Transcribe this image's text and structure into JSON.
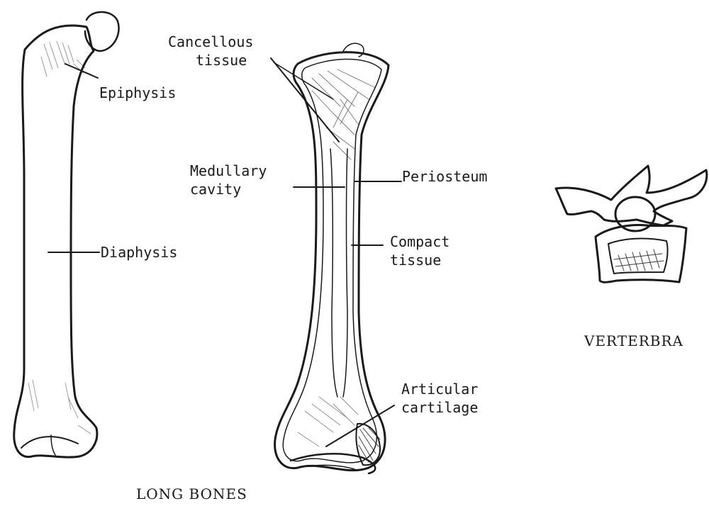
{
  "labels": {
    "cancellous": [
      "Cancellous",
      "tissue"
    ],
    "epiphysis": "Epiphysis",
    "medullary": [
      "Medullary",
      "cavity"
    ],
    "periosteum": "Periosteum",
    "diaphysis": "Diaphysis",
    "compact": [
      "Compact",
      "tissue"
    ],
    "articular": [
      "Articular",
      "cartilage"
    ]
  },
  "captions": {
    "vertebra": "VERTERBRA",
    "long_bones": "LONG BONES"
  },
  "colors": {
    "ink": "#1a1a1a",
    "background": "#ffffff"
  }
}
